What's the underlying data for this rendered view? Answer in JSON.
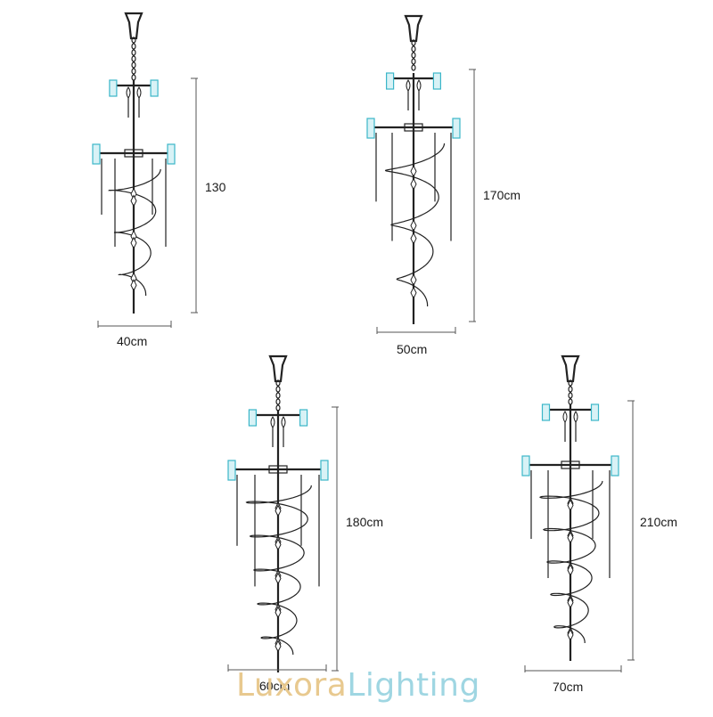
{
  "chandeliers": [
    {
      "height_label": "130",
      "width_label": "40cm"
    },
    {
      "height_label": "170cm",
      "width_label": "50cm"
    },
    {
      "height_label": "180cm",
      "width_label": "60cm"
    },
    {
      "height_label": "210cm",
      "width_label": "70cm"
    }
  ],
  "watermark": {
    "part1": "Luxora",
    "part2": "Lighting"
  },
  "colors": {
    "crystal": "#3bb6c9",
    "logo_gold": "#e8c98f",
    "logo_blue": "#9fd6e2",
    "line": "#222222"
  }
}
